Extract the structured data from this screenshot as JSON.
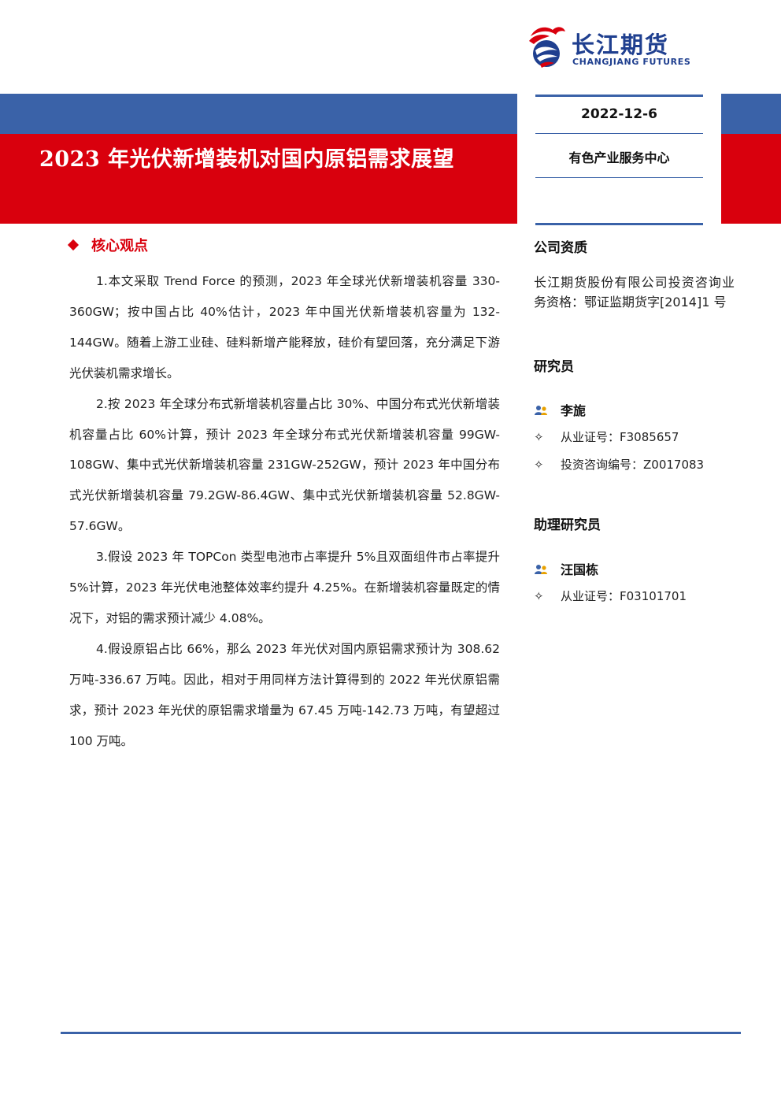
{
  "brand": {
    "name_cn": "长江期货",
    "name_en": "CHANGJIANG FUTURES",
    "colors": {
      "blue": "#3a62a8",
      "red": "#d9000d"
    }
  },
  "header": {
    "title": "2023 年光伏新增装机对国内原铝需求展望",
    "date": "2022-12-6",
    "department": "有色产业服务中心"
  },
  "main": {
    "section_title": "核心观点",
    "paragraphs": [
      "1.本文采取 Trend Force 的预测，2023 年全球光伏新增装机容量 330-360GW；按中国占比 40%估计，2023 年中国光伏新增装机容量为 132-144GW。随着上游工业硅、硅料新增产能释放，硅价有望回落，充分满足下游光伏装机需求增长。",
      "2.按 2023 年全球分布式新增装机容量占比 30%、中国分布式光伏新增装机容量占比 60%计算，预计 2023 年全球分布式光伏新增装机容量 99GW-108GW、集中式光伏新增装机容量 231GW-252GW，预计 2023 年中国分布式光伏新增装机容量 79.2GW-86.4GW、集中式光伏新增装机容量 52.8GW-57.6GW。",
      "3.假设 2023 年 TOPCon 类型电池市占率提升 5%且双面组件市占率提升 5%计算，2023 年光伏电池整体效率约提升 4.25%。在新增装机容量既定的情况下，对铝的需求预计减少 4.08%。",
      "4.假设原铝占比 66%，那么 2023 年光伏对国内原铝需求预计为 308.62 万吨-336.67 万吨。因此，相对于用同样方法计算得到的 2022 年光伏原铝需求，预计 2023 年光伏的原铝需求增量为 67.45 万吨-142.73 万吨，有望超过 100 万吨。"
    ]
  },
  "sidebar": {
    "qualification_title": "公司资质",
    "qualification_text": "长江期货股份有限公司投资咨询业务资格：鄂证监期货字[2014]1 号",
    "researcher_title": "研究员",
    "researcher": {
      "name": "李旎",
      "cert1_label": "从业证号：",
      "cert1_value": "F3085657",
      "cert2_label": "投资咨询编号：",
      "cert2_value": "Z0017083"
    },
    "assistant_title": "助理研究员",
    "assistant": {
      "name": "汪国栋",
      "cert1_label": "从业证号：",
      "cert1_value": "F03101701"
    },
    "cert_icon": "star-outline-icon",
    "person_icon": "people-icon"
  }
}
